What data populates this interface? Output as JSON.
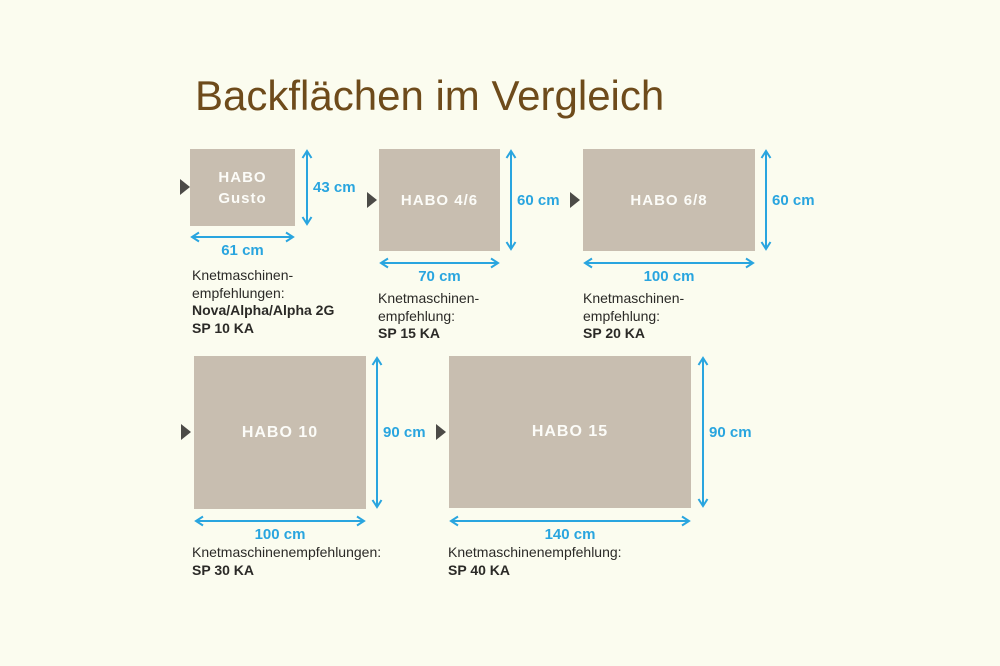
{
  "title": "Backflächen im Vergleich",
  "colors": {
    "background_cream": "#fbfcef",
    "surface_beige": "#c8beb0",
    "accent_blue": "#29a5df",
    "title_brown": "#6e4b1b",
    "text_dark": "#2b2a27",
    "marker_gray": "#4c4b47",
    "label_white": "#fcfcf8"
  },
  "panels": [
    {
      "name": "HABO Gusto",
      "label": "HABO\nGusto",
      "width_cm": 61,
      "height_cm": 43,
      "width_label": "61 cm",
      "height_label": "43 cm",
      "note": {
        "lines": [
          "Knetmaschinen-",
          "empfehlungen:"
        ],
        "bold": [
          "Nova/Alpha/Alpha 2G",
          "SP 10 KA"
        ]
      }
    },
    {
      "name": "HABO 4/6",
      "label": "HABO 4/6",
      "width_cm": 70,
      "height_cm": 60,
      "width_label": "70 cm",
      "height_label": "60 cm",
      "note": {
        "lines": [
          "Knetmaschinen-",
          "empfehlung:"
        ],
        "bold": [
          "SP 15 KA"
        ]
      }
    },
    {
      "name": "HABO 6/8",
      "label": "HABO 6/8",
      "width_cm": 100,
      "height_cm": 60,
      "width_label": "100 cm",
      "height_label": "60 cm",
      "note": {
        "lines": [
          "Knetmaschinen-",
          "empfehlung:"
        ],
        "bold": [
          "SP 20 KA"
        ]
      }
    },
    {
      "name": "HABO 10",
      "label": "HABO 10",
      "width_cm": 100,
      "height_cm": 90,
      "width_label": "100 cm",
      "height_label": "90 cm",
      "note": {
        "lines": [
          "Knetmaschinenempfehlungen:"
        ],
        "bold": [
          "SP 30 KA"
        ]
      }
    },
    {
      "name": "HABO 15",
      "label": "HABO 15",
      "width_cm": 140,
      "height_cm": 90,
      "width_label": "140 cm",
      "height_label": "90 cm",
      "note": {
        "lines": [
          "Knetmaschinenempfehlung:"
        ],
        "bold": [
          "SP 40 KA"
        ]
      }
    }
  ]
}
